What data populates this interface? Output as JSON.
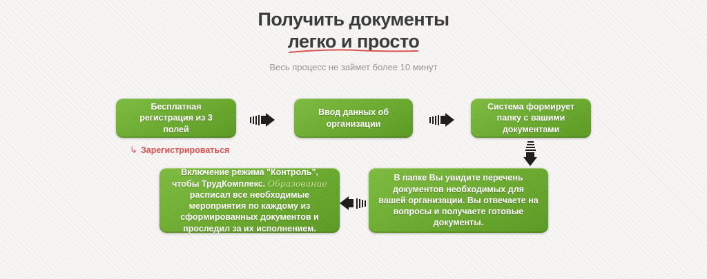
{
  "header": {
    "title_line1": "Получить документы",
    "title_line2": "легко и просто",
    "subtitle": "Весь процесс не займет более 10 минут"
  },
  "steps": [
    {
      "id": "registration",
      "text": "Бесплатная регистрация из 3 полей"
    },
    {
      "id": "data-entry",
      "text": "Ввод данных об организации"
    },
    {
      "id": "folder",
      "text": "Система формирует папку с вашими документами"
    },
    {
      "id": "documents",
      "text": "В папке Вы увидите перечень документов необходимых для вашей организации. Вы отвечаете на вопросы и получаете готовые документы."
    },
    {
      "id": "control",
      "text_before": "Включение режима \"Контроль\", чтобы",
      "brand_bold": "ТрудКомплекс.",
      "brand_script": "Образование",
      "text_after": "расписал все необходимые мероприятия по каждому из сформированных документов и проследил за их исполнением."
    }
  ],
  "register_link": {
    "glyph": "↳",
    "label": "Зарегистрироваться"
  },
  "icons": {
    "arrow_right": "speed-arrow-right",
    "arrow_down": "speed-arrow-down",
    "arrow_left": "speed-arrow-left"
  },
  "colors": {
    "box_green": "#6aaa2e",
    "accent_red": "#e05252",
    "brand_light_green": "#cde79a",
    "title_dark": "#3b3b3b",
    "subtitle_gray": "#979590",
    "background": "#f4f3f1",
    "arrow_black": "#1f1e1c"
  }
}
